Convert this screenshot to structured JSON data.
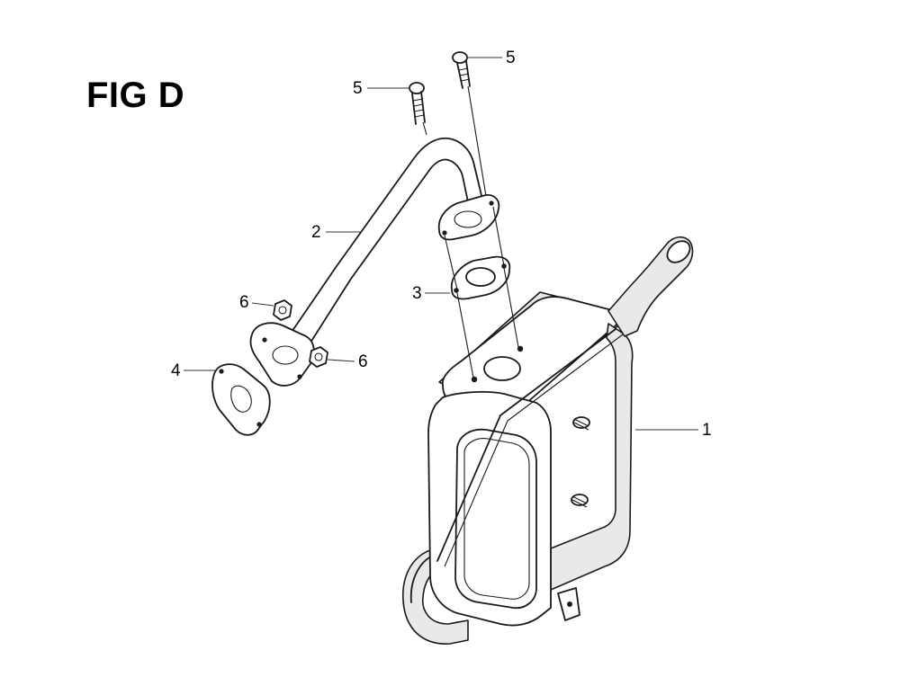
{
  "figure": {
    "title": "FIG D"
  },
  "callouts": {
    "muffler": "1",
    "exhaust_pipe": "2",
    "gasket_muffler": "3",
    "gasket_engine": "4",
    "bolt_left": "5",
    "bolt_right": "6"
  },
  "callouts_extra": {
    "bolt_top": "5",
    "nut_upper": "6"
  }
}
